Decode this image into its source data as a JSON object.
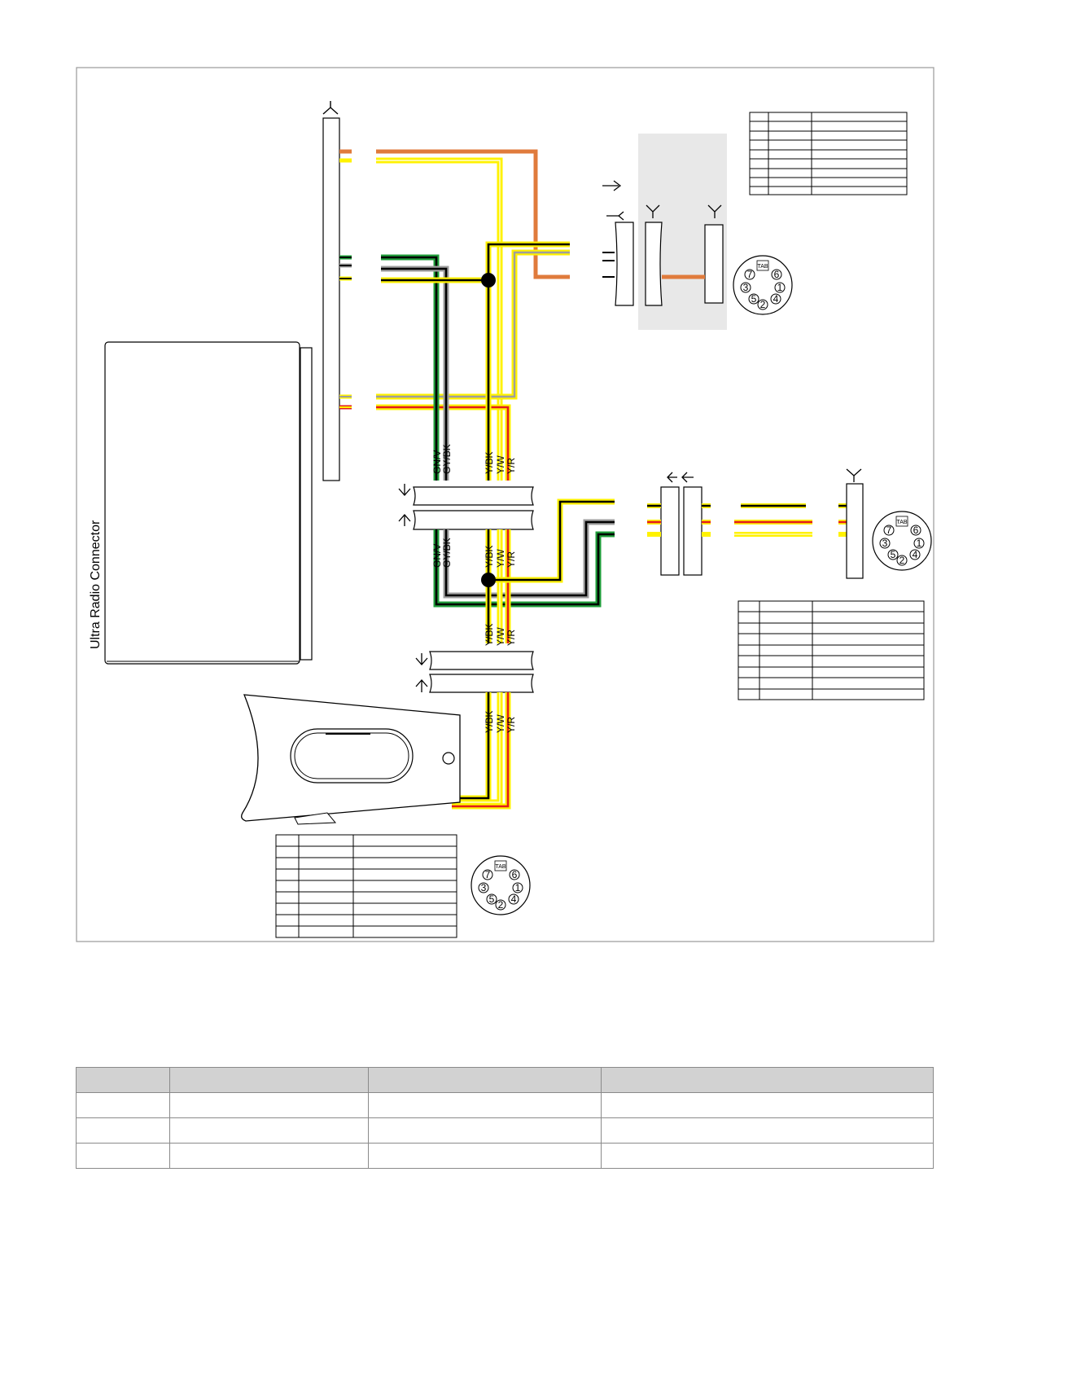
{
  "module": {
    "label": "Ultra Radio Connector"
  },
  "wires": {
    "upper": [
      "GN/V",
      "GY/BK",
      "Y/BK",
      "Y/W",
      "Y/R"
    ],
    "middle": [
      "GN/V",
      "GY/BK",
      "Y/BK",
      "Y/W",
      "Y/R"
    ],
    "lower": [
      "Y/BK",
      "Y/W",
      "Y/R"
    ],
    "bottom": [
      "Y/BK",
      "Y/W",
      "Y/R"
    ]
  },
  "connector_faces": [
    {
      "tab": "TAB",
      "pins": [
        "1",
        "2",
        "3",
        "4",
        "5",
        "6",
        "7"
      ]
    },
    {
      "tab": "TAB",
      "pins": [
        "1",
        "2",
        "3",
        "4",
        "5",
        "6",
        "7"
      ]
    },
    {
      "tab": "TAB",
      "pins": [
        "1",
        "2",
        "3",
        "4",
        "5",
        "6",
        "7"
      ]
    }
  ],
  "colors": {
    "yellow": "#fff200",
    "orange": "#e07b3c",
    "red": "#e31b1b",
    "green": "#1f9e3a",
    "gray": "#9e9e9e",
    "black": "#000000",
    "shaded_box": "#e8e8e8"
  }
}
